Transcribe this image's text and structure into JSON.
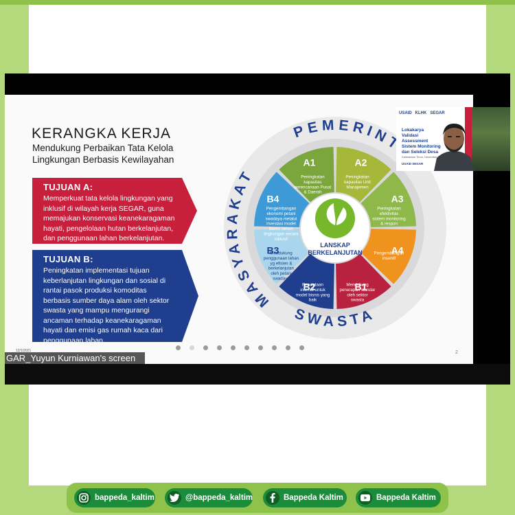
{
  "slide": {
    "title": "KERANGKA KERJA",
    "subtitle_line1": "Mendukung Perbaikan Tata Kelola",
    "subtitle_line2": "Lingkungan Berbasis Kewilayahan",
    "tujuan_a": {
      "heading": "TUJUAN A:",
      "body": "Memperkuat tata kelola lingkungan yang inklusif di wilayah kerja SEGAR, guna memajukan konservasi keanekaragaman hayati, pengelolaan hutan berkelanjutan, dan penggunaan lahan berkelanjutan."
    },
    "tujuan_b": {
      "heading": "TUJUAN B:",
      "body": "Peningkatan implementasi tujuan keberlanjutan lingkungan dan sosial di rantai pasok produksi komoditas berbasis sumber daya alam oleh sektor swasta yang mampu mengurangi ancaman terhadap keanekaragaman hayati dan emisi gas rumah kaca dari penggunaan lahan."
    },
    "wheel": {
      "top_label": "PEMERINTAH",
      "left_label": "MASYARAKAT",
      "bottom_label": "SWASTA",
      "center_line1": "LANSKAP",
      "center_line2": "BERKELANJUTAN",
      "segments": [
        {
          "code": "A1",
          "text": "Peningkatan kapasitas perencanaan Pusat & Daerah",
          "color": "#7aa63c"
        },
        {
          "code": "A2",
          "text": "Peningkatan kapasitas Unit Manajemen",
          "color": "#a6b83a"
        },
        {
          "code": "A3",
          "text": "Peningkatan efektivitas sistem monitoring & respon",
          "color": "#8fb84a"
        },
        {
          "code": "A4",
          "text": "Pengembangan insentif",
          "color": "#f0921e"
        },
        {
          "code": "B1",
          "text": "Mendukung penerapan standar oleh sektor swasta",
          "color": "#b8223f"
        },
        {
          "code": "B2",
          "text": "Penciptaan insentif untuk model bisnis yang baik",
          "color": "#1f3e8e"
        },
        {
          "code": "B3",
          "text": "Mendukung penggunaan lahan yg efisien & berkelanjutan oleh petani swadaya",
          "color": "#a9d6ec"
        },
        {
          "code": "B4",
          "text": "Pengembangan ekonomi petani swadaya melalui investasi model bisnis ramah lingkungan secara inklusif",
          "color": "#3d9ad6"
        }
      ]
    },
    "page_number": "2",
    "date_small": "12/1/2021",
    "carousel_dots": 10
  },
  "video": {
    "card_logos": [
      "USAID",
      "KLHK",
      "SEGAR"
    ],
    "card_title": "Lokakarya Validasi Assessment Sistem Monitoring dan Seleksi Desa",
    "card_small": "Kalimantan Timur, Desember 2021",
    "card_small2": "USAID SEGAR"
  },
  "screen_share_label": "GAR_Yuyun Kurniawan's screen",
  "social": [
    {
      "icon": "instagram-icon",
      "label": "bappeda_kaltim"
    },
    {
      "icon": "twitter-icon",
      "label": "@bappeda_kaltim"
    },
    {
      "icon": "facebook-icon",
      "label": "Bappeda Kaltim"
    },
    {
      "icon": "youtube-icon",
      "label": "Bappeda Kaltim"
    }
  ],
  "colors": {
    "frame_green": "#b3d97c",
    "bar_green": "#8fc24a",
    "pill_green": "#1c8c3a",
    "tujuan_a_red": "#c81f3c",
    "tujuan_b_blue": "#1f3e8e"
  }
}
